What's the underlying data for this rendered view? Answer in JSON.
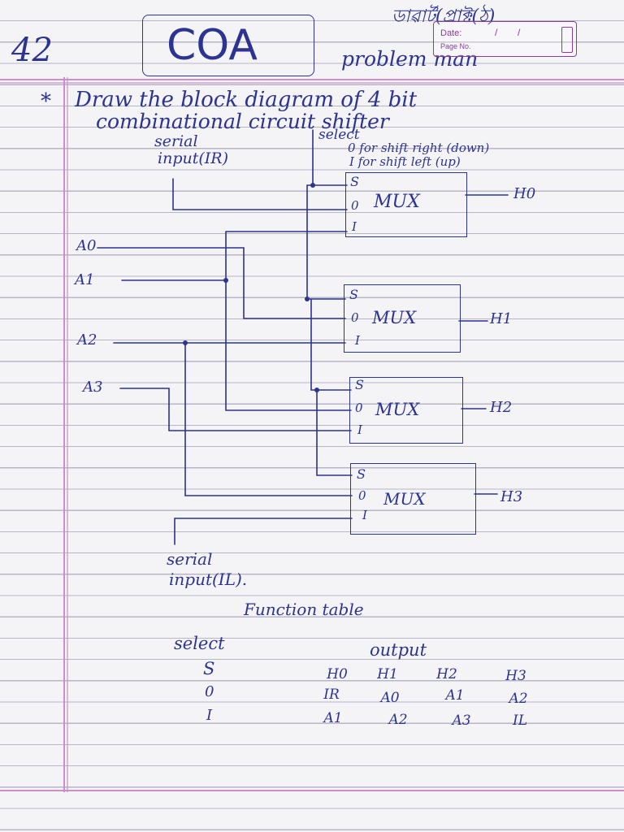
{
  "header": {
    "page_number": "42",
    "subject": "COA",
    "top_note": "ডাৱার্ট(প্রাক্ট(ঠ)",
    "right_note": "problem man",
    "stamp": {
      "date_label": "Date:",
      "page_label": "Page No.",
      "slash": "/"
    }
  },
  "question": {
    "bullet": "*",
    "line1": "Draw the block diagram of 4 bit",
    "line2": "combinational circuit shifter"
  },
  "diagram": {
    "serial_input_top": [
      "serial",
      "input(IR)"
    ],
    "select_notes": [
      "select",
      "0 for shift right (down)",
      "I for shift left (up)"
    ],
    "inputs": [
      "A0",
      "A1",
      "A2",
      "A3"
    ],
    "mux_blocks": [
      {
        "name": "MUX",
        "pins": [
          "S",
          "0",
          "I"
        ],
        "output": "H0"
      },
      {
        "name": "MUX",
        "pins": [
          "S",
          "0",
          "I"
        ],
        "output": "H1"
      },
      {
        "name": "MUX",
        "pins": [
          "S",
          "0",
          "I"
        ],
        "output": "H2"
      },
      {
        "name": "MUX",
        "pins": [
          "S",
          "0",
          "I"
        ],
        "output": "H3"
      }
    ],
    "serial_input_bottom": [
      "serial",
      "input(IL)."
    ]
  },
  "function_table": {
    "title": "Function table",
    "headers": [
      "select",
      "output"
    ],
    "output_columns": [
      "H0",
      "H1",
      "H2",
      "H3"
    ],
    "rows": [
      {
        "select": "0",
        "values": [
          "IR",
          "A0",
          "A1",
          "A2"
        ]
      },
      {
        "select": "I",
        "values": [
          "A1",
          "A2",
          "A3",
          "IL"
        ]
      }
    ],
    "select_symbol": "S"
  },
  "colors": {
    "ink": "#2d3391",
    "margin": "#c98fc9",
    "stamp": "#8a3c9e",
    "paper": "#f4f3f6",
    "rule": "#b9b6c6"
  }
}
